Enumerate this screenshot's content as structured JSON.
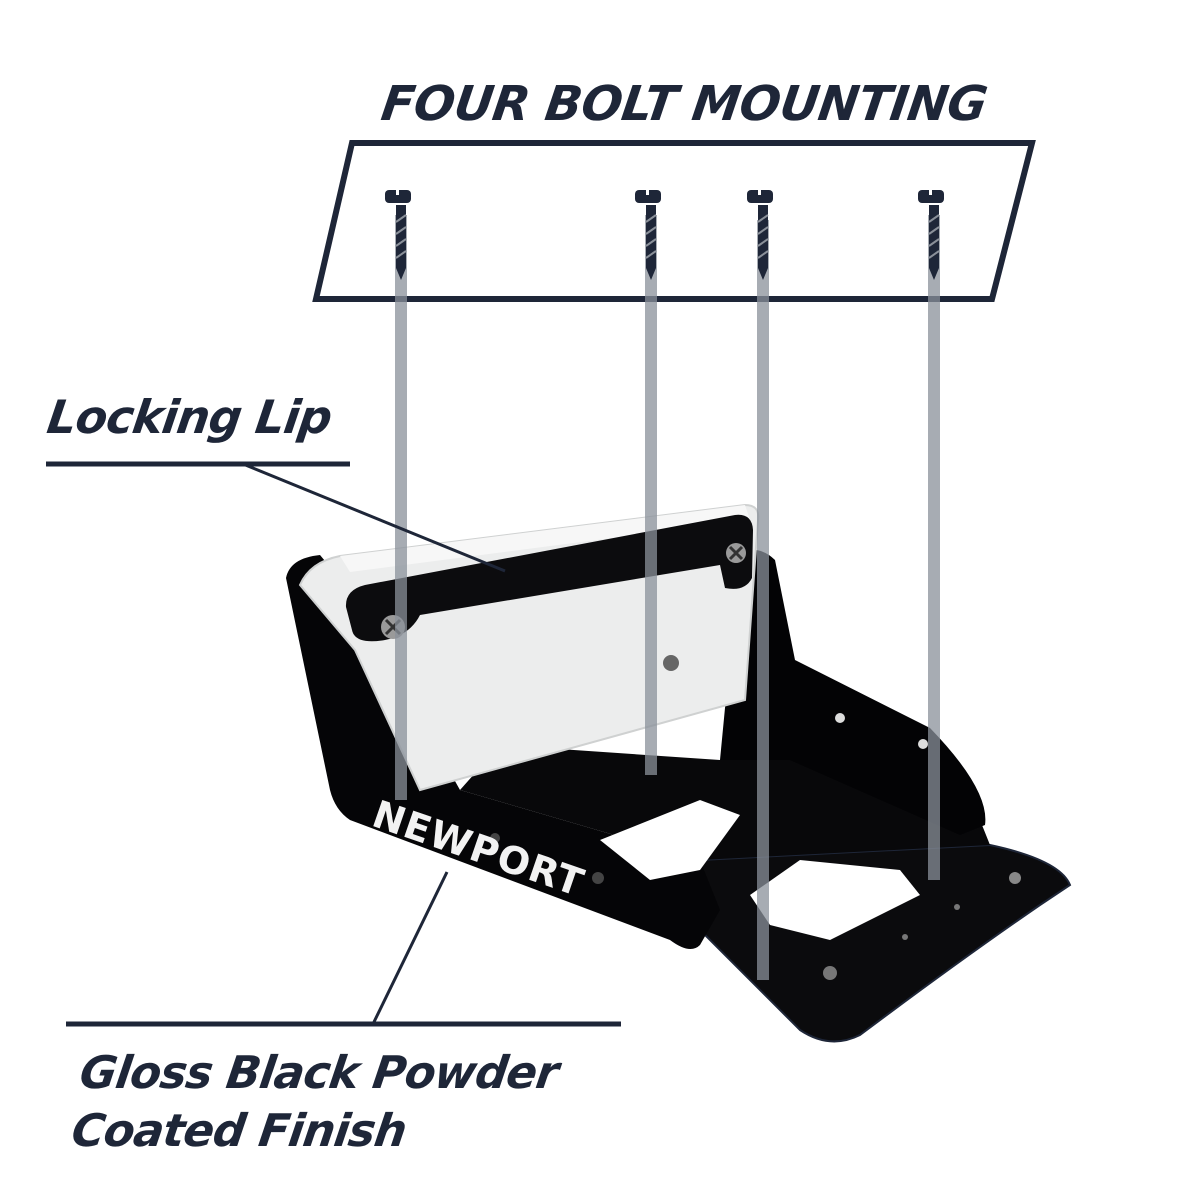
{
  "title": "FOUR BOLT MOUNTING",
  "callouts": {
    "locking_lip": "Locking Lip",
    "finish_line1": "Gloss Black Powder",
    "finish_line2": "Coated Finish"
  },
  "brand_mark": "NEWPORT",
  "bolts": {
    "count": 4,
    "x_positions": [
      401,
      651,
      763,
      934
    ]
  },
  "colors": {
    "ink": "#1e2638",
    "guide_line": "#8a9099",
    "bracket": "#0a0a0c",
    "plate": "#e9eaea",
    "background": "#ffffff"
  }
}
